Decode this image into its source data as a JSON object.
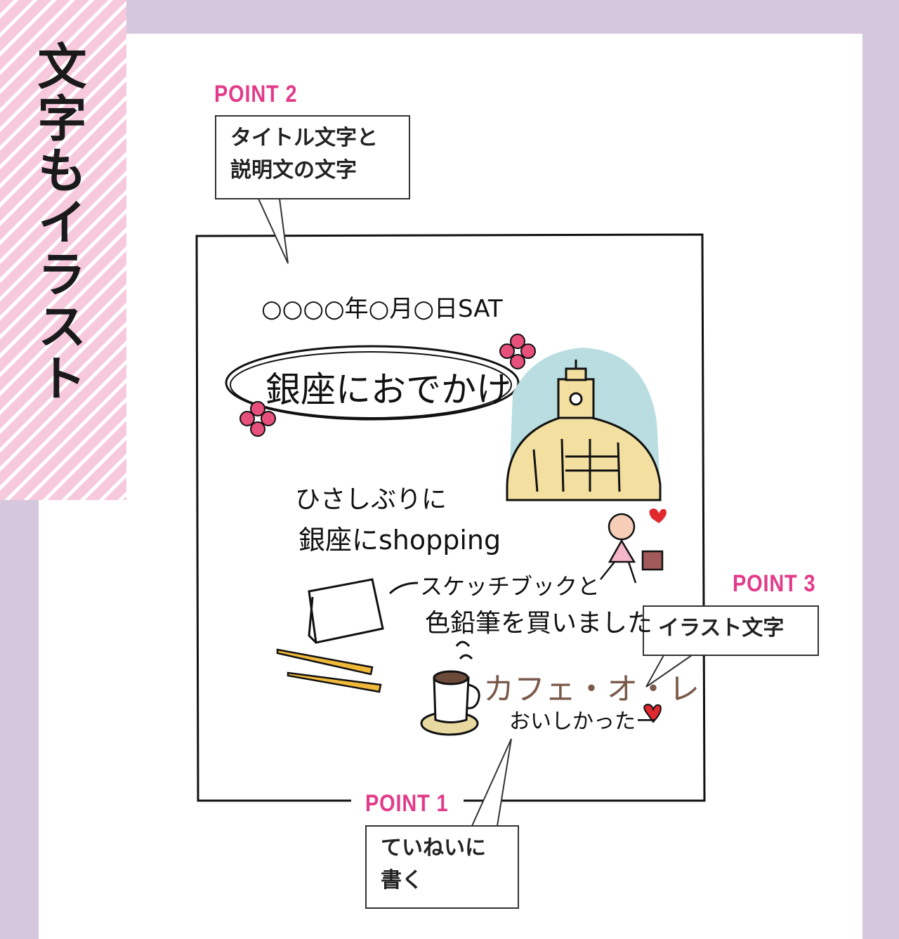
{
  "side_label": "文字もイラスト",
  "points": [
    {
      "label": "POINT 2",
      "text_lines": [
        "タイトル文字と",
        "説明文の文字"
      ]
    },
    {
      "label": "POINT 3",
      "text_lines": [
        "イラスト文字"
      ]
    },
    {
      "label": "POINT 1",
      "text_lines": [
        "ていねいに",
        "書く"
      ]
    }
  ],
  "journal": {
    "date": "○○○○年○月○日SAT",
    "title": "銀座におでかけ",
    "line1": "ひさしぶりに",
    "line2": "銀座にshopping",
    "line3": "スケッチブックと",
    "line4": "色鉛筆を買いました",
    "cafe": "カフェ・オ・レ",
    "cafe_sub": "おいしかったー"
  },
  "colors": {
    "background": "#d5c7de",
    "accent": "#e23b8a",
    "stripe": "#f7c9dc",
    "cafe_text": "#7a5a4a"
  }
}
